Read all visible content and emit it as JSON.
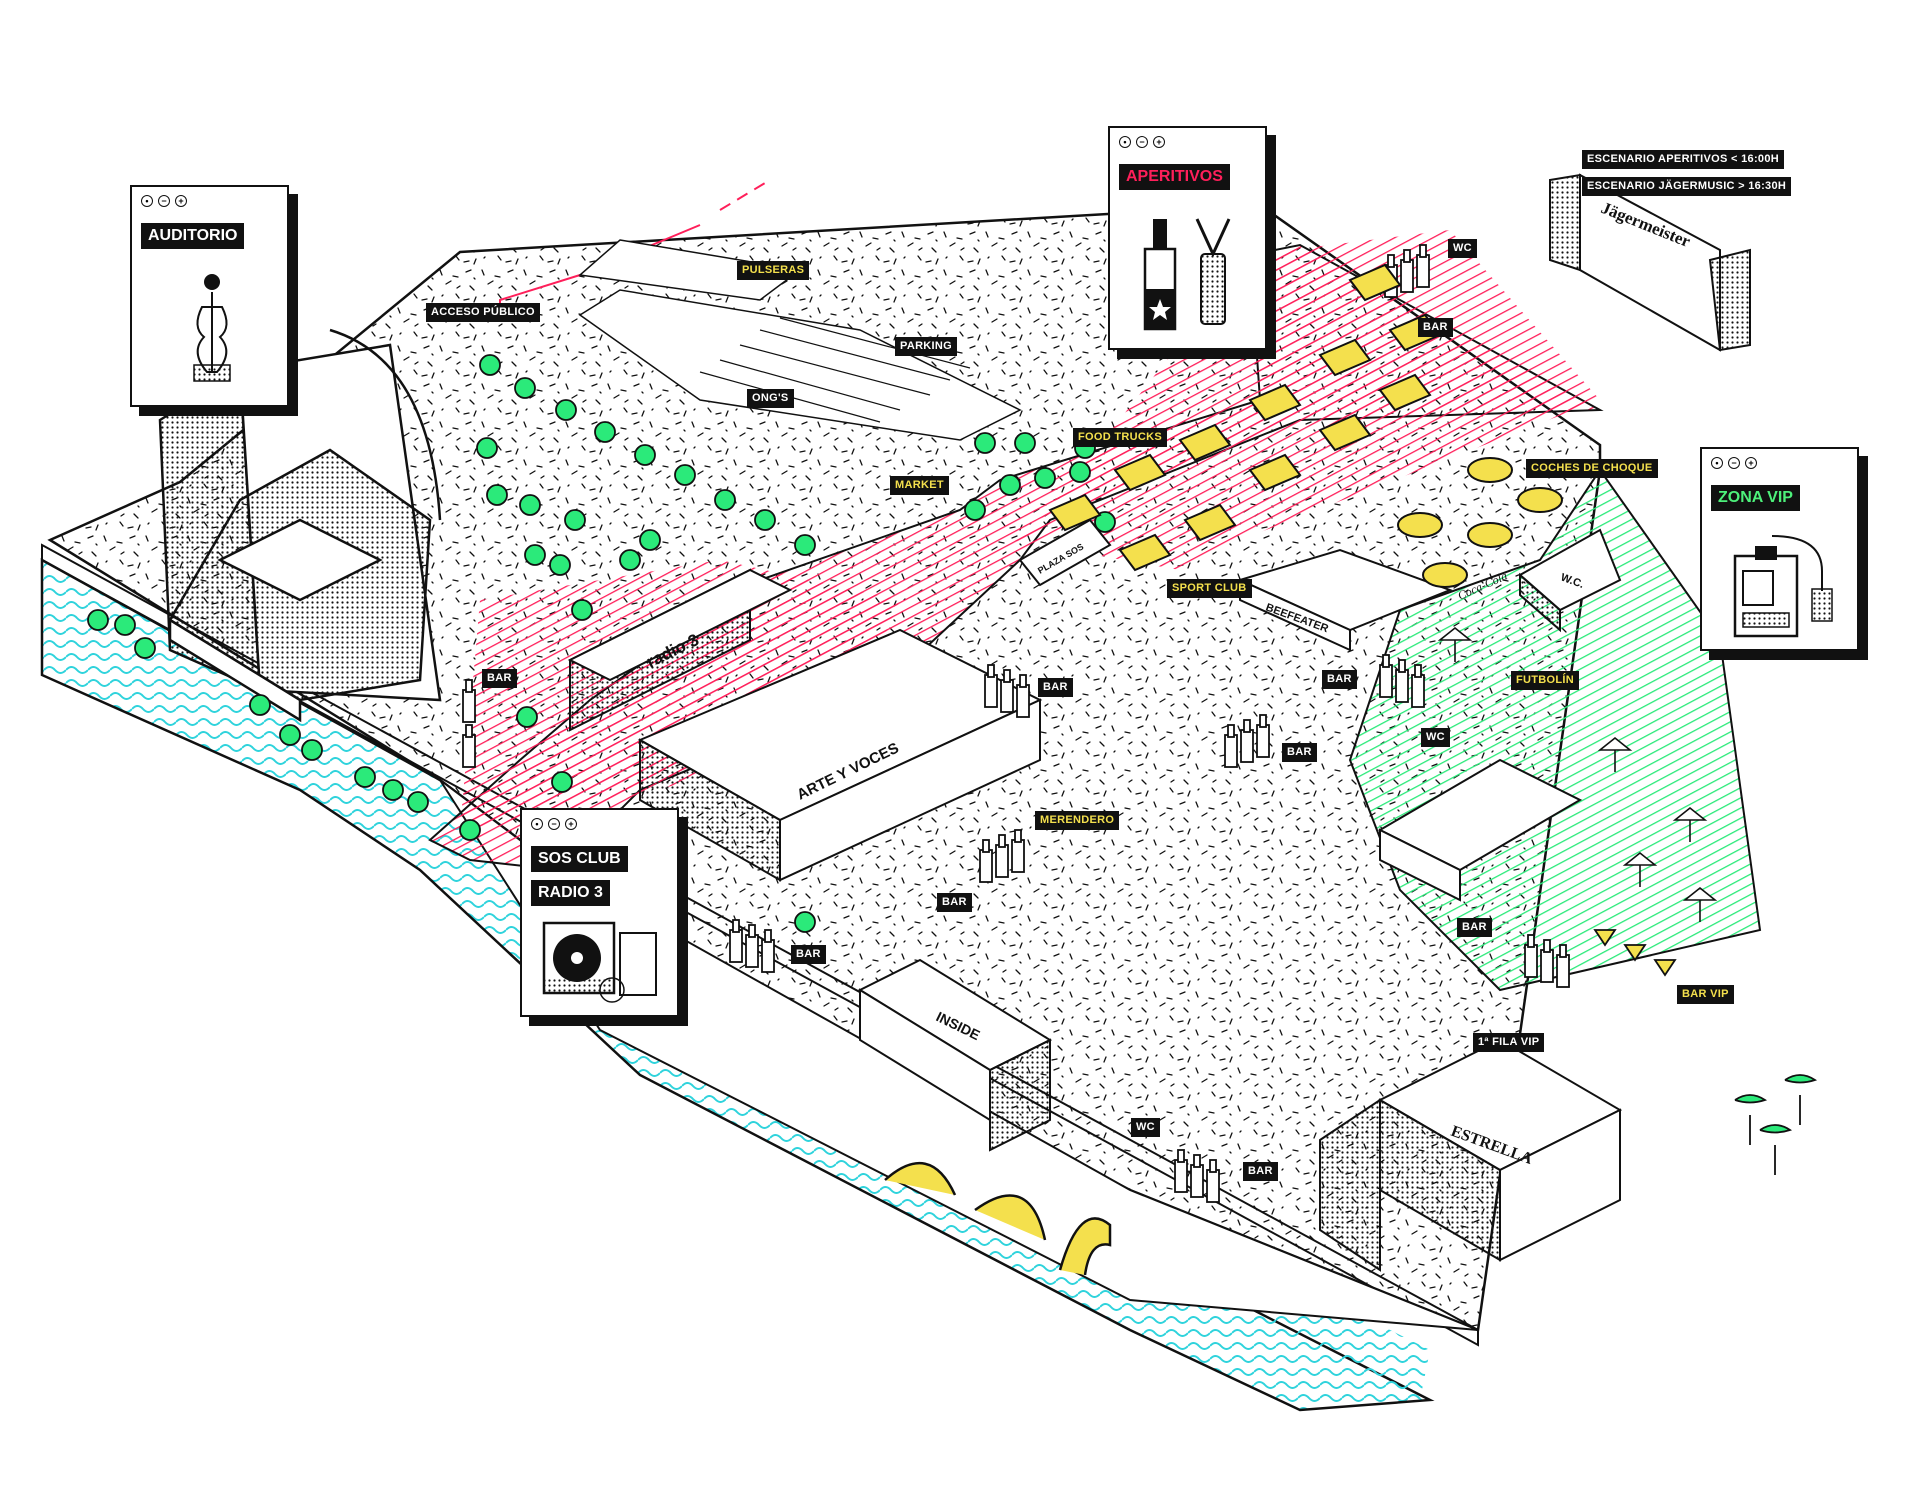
{
  "cards": {
    "auditorio": {
      "title": "AUDITORIO",
      "icon": "violin-icon"
    },
    "aperitivos": {
      "title": "APERITIVOS",
      "icon": "bottle-opener-icon"
    },
    "zona_vip": {
      "title": "ZONA VIP",
      "icon": "vip-pass-icon"
    },
    "sos_club": {
      "title": "SOS CLUB",
      "subtitle": "RADIO 3",
      "icon": "turntable-icon"
    }
  },
  "labels": {
    "acceso_publico": "ACCESO PÚBLICO",
    "pulseras": "PULSERAS",
    "parking": "PARKING",
    "ongs": "ONG'S",
    "market": "MARKET",
    "food_trucks": "FOOD TRUCKS",
    "escenario_aperitivos": "ESCENARIO APERITIVOS < 16:00H",
    "escenario_jager": "ESCENARIO JÄGERMUSIC > 16:30H",
    "wc_top": "WC",
    "bar_top": "BAR",
    "coches": "COCHES DE CHOQUE",
    "sport_club": "SPORT CLUB",
    "bar_center": "BAR",
    "futbolin": "FUTBOLÍN",
    "wc_mid": "WC",
    "bar_mid": "BAR",
    "bar_left": "BAR",
    "bar_arte": "BAR",
    "merendero": "MERENDERO",
    "bar_merendero": "BAR",
    "bar_sos": "BAR",
    "bar_vip_left": "BAR",
    "bar_vip": "BAR VIP",
    "primera_fila": "1ª FILA VIP",
    "wc_bottom": "WC",
    "bar_bottom": "BAR"
  },
  "signs": {
    "radio3": "radio 3",
    "arte_voces": "ARTE Y VOCES",
    "plaza_sos": "PLAZA SOS",
    "beefeater": "BEEFEATER",
    "cocacola": "Coca-Cola",
    "wc_building": "W.C.",
    "jagermeister": "Jägermeister",
    "estrella": "ESTRELLA",
    "inside": "INSIDE"
  },
  "colors": {
    "pink": "#ff1f5a",
    "green": "#2bea7a",
    "cyan": "#2fd3dc",
    "yellow": "#f4e04d",
    "ink": "#111111"
  }
}
